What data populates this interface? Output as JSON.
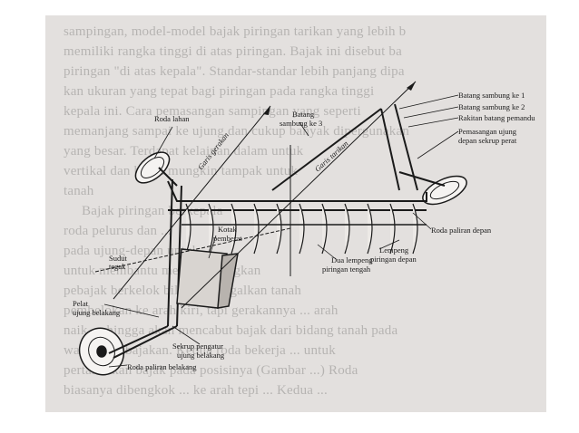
{
  "background_text": [
    "sampingan, model-model bajak piringan tarikan yang lebih b",
    "memiliki rangka tinggi di atas piringan. Bajak ini disebut ba",
    "piringan \"di atas kepala\". Standar-standar lebih panjang dipa",
    "kan ukuran yang tepat bagi piringan pada rangka tinggi",
    "kepala ini. Cara pemasangan sampingan yang seperti",
    "memanjang sampai ke ujung dan cukup banyak dipergunakan",
    "yang besar. Terdapat kelainan dalam untuk",
    "vertikal dan bajak mungkin tampak untuk",
    "tanah",
    "Bajak piringan berkepala",
    "roda pelurus dan ...",
    "pada ujung-depan untuk ...",
    "untuk membantu menyeimbangkan",
    "pebajak berkelok bila meninggalkan tanah",
    "pembelokan ke arah kiri, tapi gerakannya ... arah",
    "naik, sehingga akan mencabut bajak dari bidang tanah pada",
    "waktu pembajakan. Kedua roda bekerja ... untuk",
    "pertahankan bajak pada posisinya (Gambar ...) Roda",
    "biasanya dibengkok ... ke arah tepi ... Kedua ..."
  ],
  "labels": {
    "roda_lahan": "Roda lahan",
    "garis_gerakan": "Garis gerakan",
    "batang_sambung_3_l1": "Batang",
    "batang_sambung_3_l2": "sambung ke 3",
    "garis_tarikan": "Garis tarikan",
    "batang_sambung_1": "Batang sambung ke 1",
    "batang_sambung_2": "Batang sambung ke 2",
    "rakitan": "Rakitan batang pemandu",
    "pemasangan_l1": "Pemasangan ujung",
    "pemasangan_l2": "depan sekrup perat",
    "roda_paliran_depan": "Roda paliran depan",
    "sudut_l1": "Sudut",
    "sudut_l2": "tegak",
    "kotak_l1": "Kotak",
    "kotak_l2": "pemberat",
    "dua_lempeng_l1": "Dua lempeng",
    "dua_lempeng_l2": "piringan tengah",
    "lempeng_l1": "Lempeng",
    "lempeng_l2": "piringan depan",
    "pelat_l1": "Pelat",
    "pelat_l2": "ujung belakang",
    "sekrup_l1": "Sekrup pengatur",
    "sekrup_l2": "ujung belakang",
    "roda_paliran_belakang": "Roda paliran belakang"
  }
}
